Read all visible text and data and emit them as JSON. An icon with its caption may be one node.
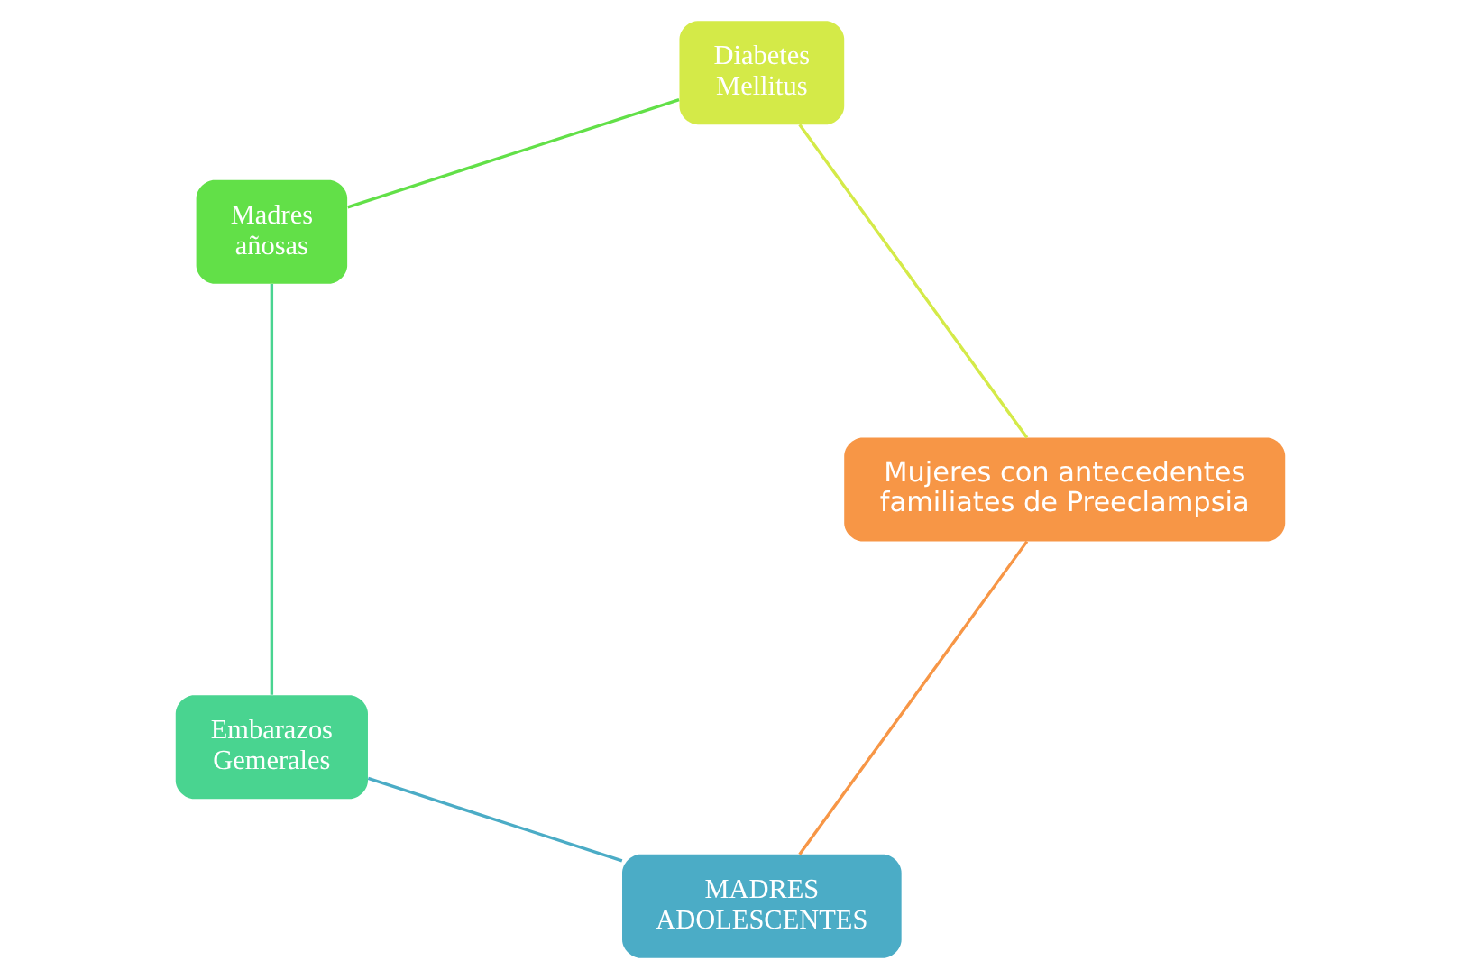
{
  "diagram": {
    "nodes": [
      {
        "text": [
          "MADRES ADOLESCENTES"
        ]
      },
      {
        "text": [
          "Embarazos Gemerales"
        ]
      },
      {
        "text": [
          "Madres añosas"
        ]
      },
      {
        "text": [
          "Diabetes Mellitus"
        ]
      },
      {
        "text": [
          "Mujeres con antecedentes familiates de Preeclampsia"
        ]
      }
    ],
    "edges": [
      {
        "from": 0,
        "to": 1,
        "arrow": "none",
        "color": "#4bacc6"
      },
      {
        "from": 1,
        "to": 2,
        "arrow": "none",
        "color": "#49d490"
      },
      {
        "from": 2,
        "to": 3,
        "arrow": "none",
        "color": "#62e048"
      },
      {
        "from": 3,
        "to": 4,
        "arrow": "none",
        "color": "#d4ea48"
      },
      {
        "from": 4,
        "to": 0,
        "arrow": "none",
        "color": "#f79646"
      }
    ]
  }
}
